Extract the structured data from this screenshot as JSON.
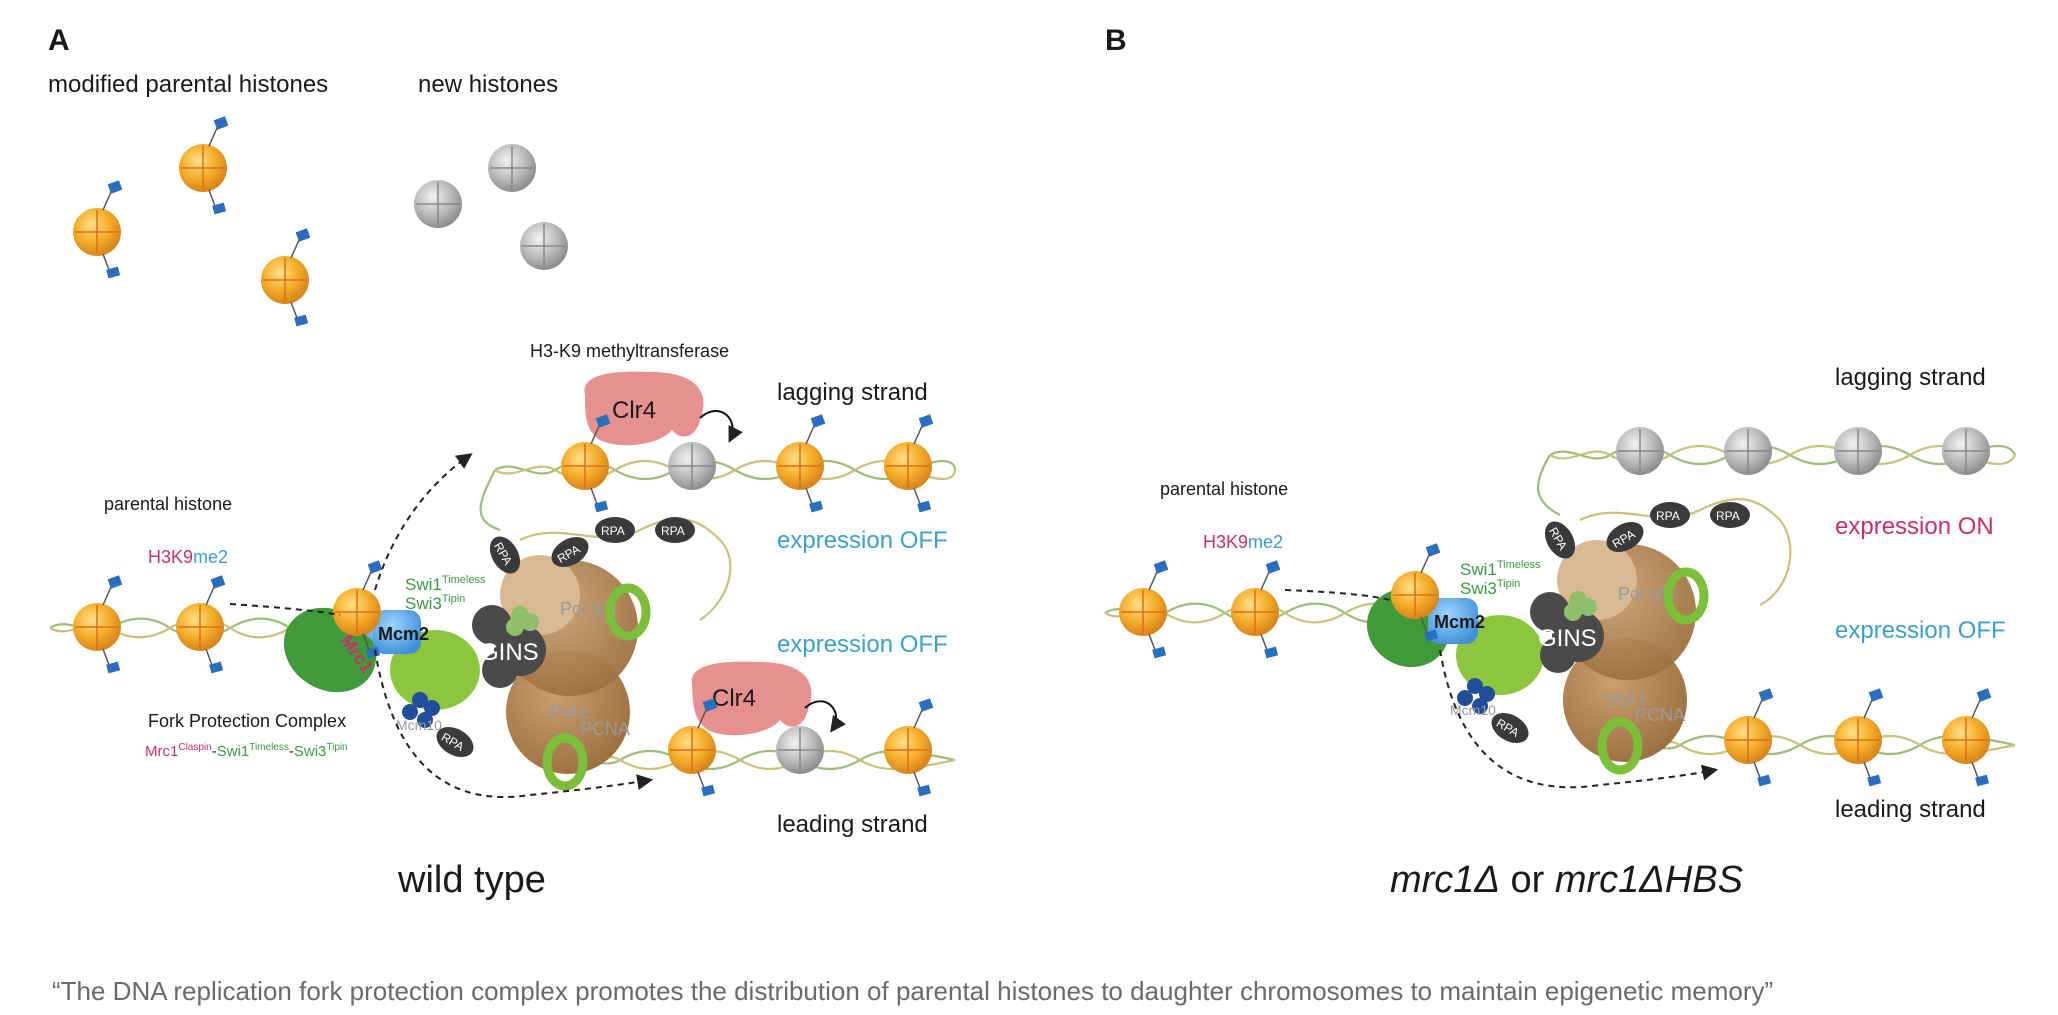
{
  "panelA": {
    "letter": "A",
    "modified_parental": "modified parental histones",
    "new_histones": "new histones",
    "methyltransferase": "H3-K9 methyltransferase",
    "clr4": "Clr4",
    "lagging": "lagging strand",
    "leading": "leading strand",
    "expr_off_top": "expression OFF",
    "expr_off_bottom": "expression OFF",
    "parental_histone": "parental histone",
    "h3k9": "H3K9",
    "me2": "me2",
    "swi1": "Swi1",
    "swi1_sup": "Timeless",
    "swi3": "Swi3",
    "swi3_sup": "Tipin",
    "mcm2": "Mcm2",
    "mrc1": "Mrc1",
    "mrc1_sup": "Claspin",
    "gins": "GINS",
    "pola": "Pol α/δ",
    "pole": "Pol ε",
    "pcna": "PCNA",
    "rpa": "RPA",
    "mcm": "Mcm10",
    "fpc": "Fork Protection Complex",
    "fpc_mrc1": "Mrc1",
    "fpc_claspin": "Claspin",
    "fpc_swi1": "Swi1",
    "fpc_timeless": "Timeless",
    "fpc_swi3": "Swi3",
    "fpc_tipin": "Tipin",
    "dash": "-",
    "caption": "wild type"
  },
  "panelB": {
    "letter": "B",
    "lagging": "lagging strand",
    "leading": "leading strand",
    "expr_on": "expression ON",
    "expr_off": "expression OFF",
    "parental_histone": "parental histone",
    "h3k9": "H3K9",
    "me2": "me2",
    "swi1": "Swi1",
    "swi1_sup": "Timeless",
    "swi3": "Swi3",
    "swi3_sup": "Tipin",
    "mcm2": "Mcm2",
    "gins": "GINS",
    "pola": "Pol α/δ",
    "pole": "Pol ε",
    "pcna": "PCNA",
    "rpa": "RPA",
    "mcm": "Mcm10",
    "caption_a": "mrc1Δ",
    "caption_or": " or ",
    "caption_b": "mrc1ΔHBS"
  },
  "quote": "“The DNA replication fork protection complex promotes the distribution of parental histones to daughter chromosomes to maintain epigenetic memory”",
  "colors": {
    "parental": "#f2a623",
    "new": "#b5b5b5",
    "clr4": "#e6908f",
    "mcm2": "#4aa0e0",
    "pol": "#b08250",
    "gins": "#4a4a4a",
    "pcna": "#7cbf3a",
    "fpc_green": "#3f9a3a"
  }
}
